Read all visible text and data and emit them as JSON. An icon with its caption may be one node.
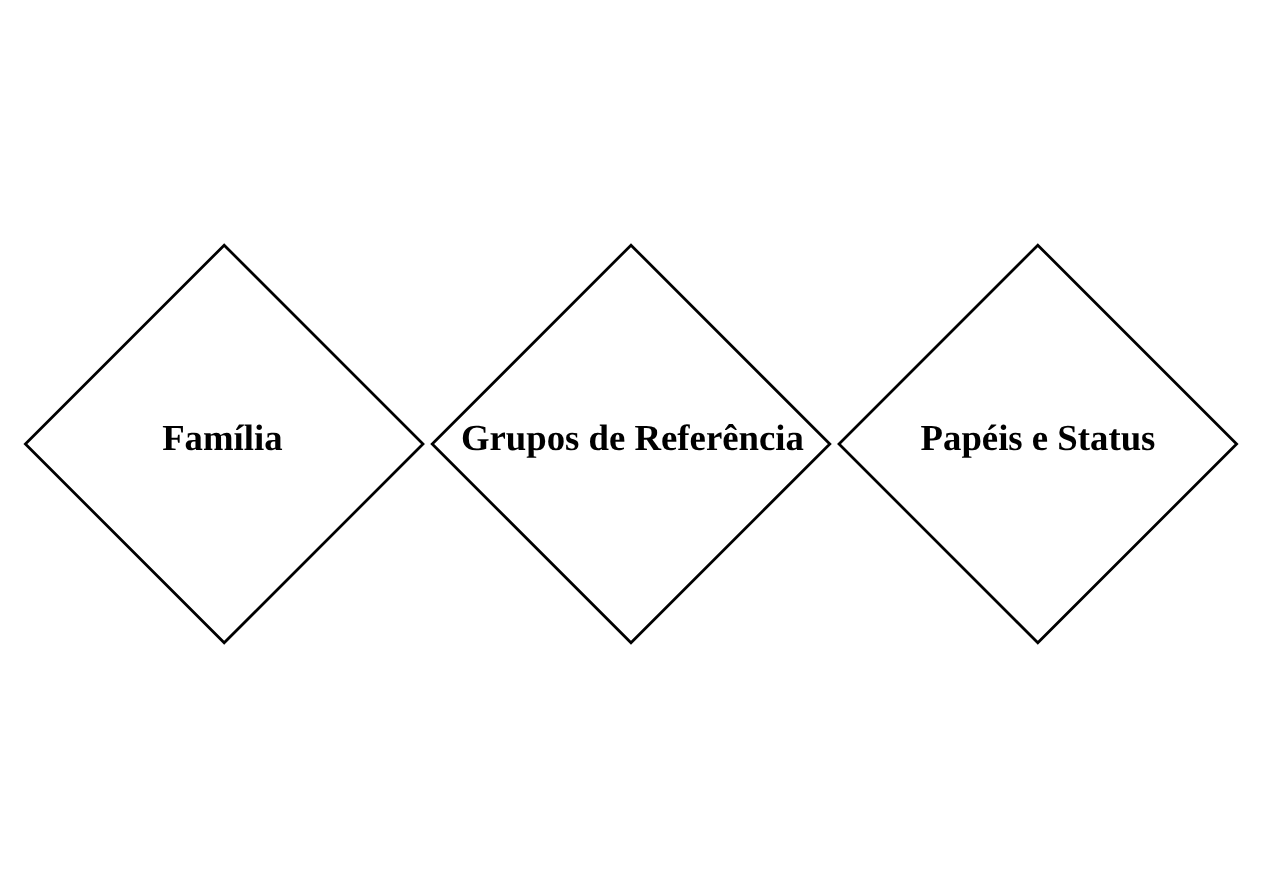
{
  "diagram": {
    "nodes": [
      {
        "text": [
          "Grupos de Referência"
        ]
      },
      {
        "text": [
          "Família"
        ]
      },
      {
        "text": [
          "Papéis e Status"
        ]
      }
    ]
  }
}
